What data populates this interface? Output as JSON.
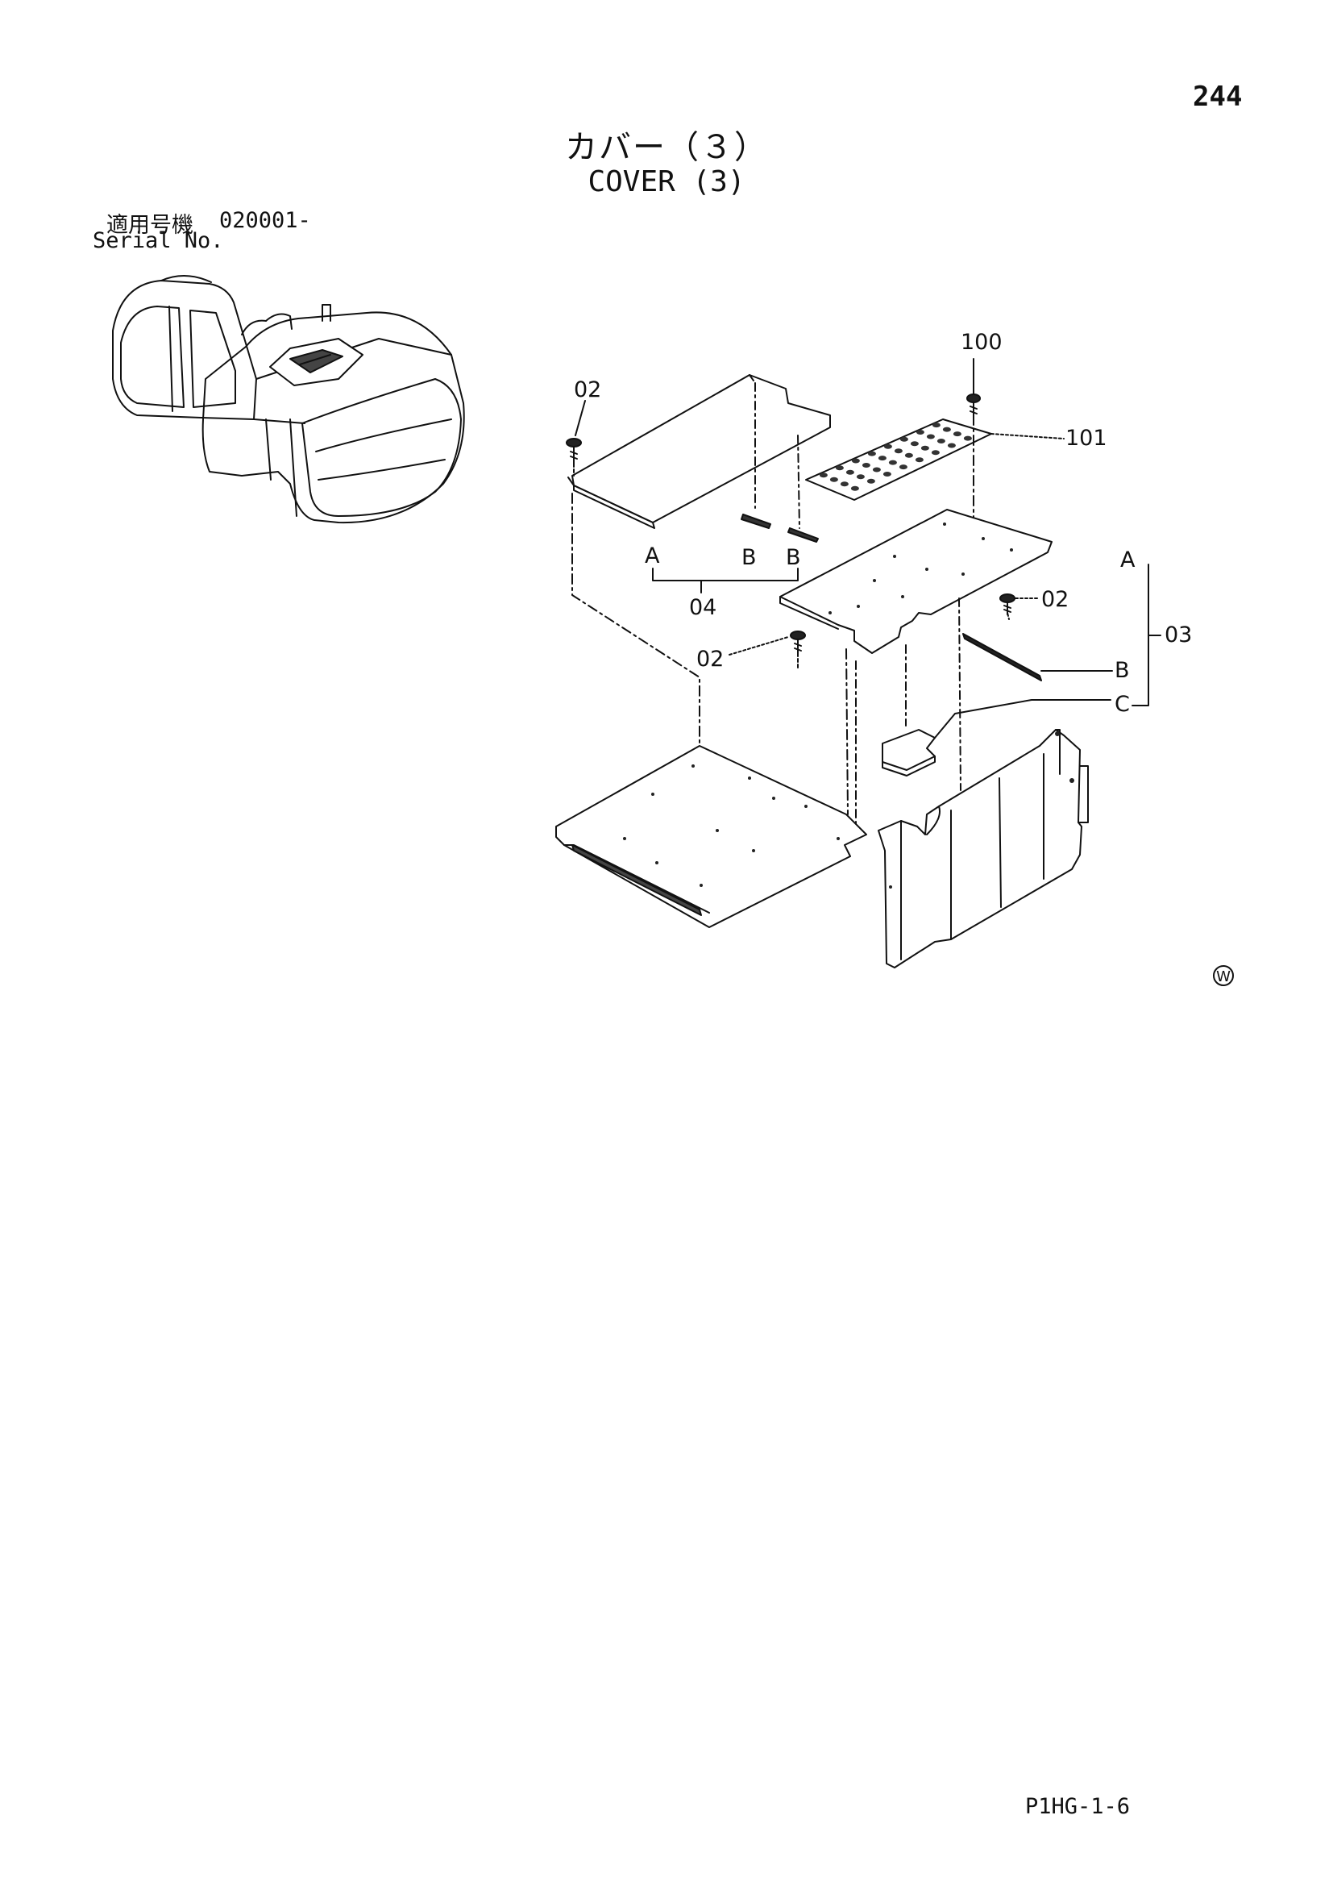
{
  "page": {
    "number": "244",
    "title_jp": "カバー（３）",
    "title_en": "COVER (3)",
    "serial_label_jp": "適用号機",
    "serial_value": "020001-",
    "serial_label_en": "Serial No.",
    "doc_code": "P1HG-1-6"
  },
  "callouts": {
    "c02_top": "02",
    "c100": "100",
    "c101": "101",
    "a_left": "A",
    "b_left1": "B",
    "b_left2": "B",
    "c04": "04",
    "c02_mid_right": "02",
    "c02_mid_left": "02",
    "a_right": "A",
    "c03": "03",
    "b_right": "B",
    "c_right": "C"
  },
  "marks": {
    "w_mark": "W"
  }
}
